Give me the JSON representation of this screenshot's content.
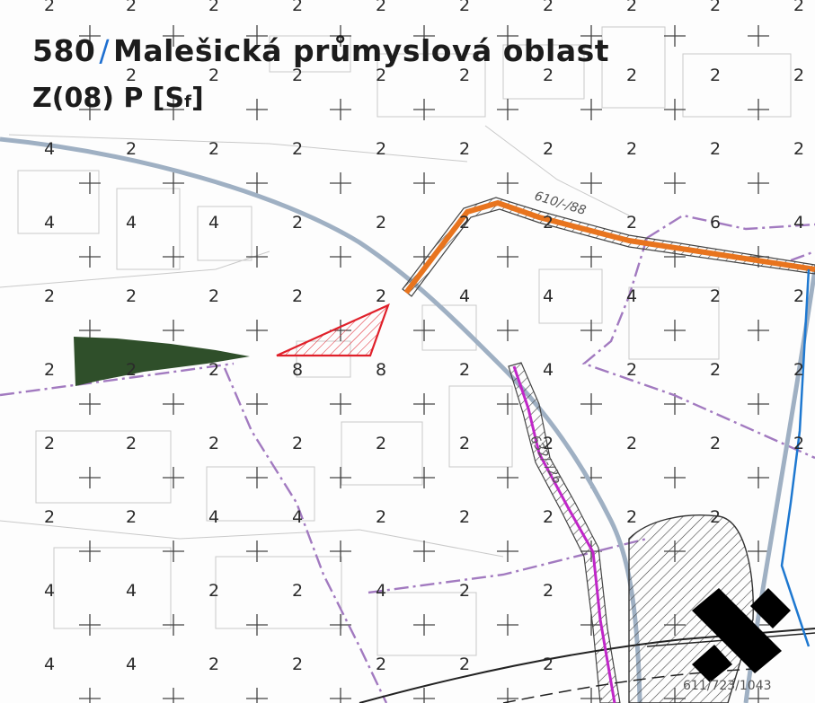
{
  "map": {
    "area_number": "580",
    "separator": "/",
    "area_name": "Malešická průmyslová oblast",
    "code_main": "Z(08) P [S",
    "code_sub": "f",
    "code_close": "]",
    "road_labels": {
      "orange": "610/-/88",
      "magenta": "632/-/26"
    },
    "plot_label": "611/723/1043",
    "colors": {
      "orange_route": "#e8741e",
      "magenta_route": "#c026c8",
      "boundary_dash": "#a27ac0",
      "road_gray": "#9fb0c3",
      "green_area": "#2f4f2a",
      "red_triangle": "#e0202a",
      "blue_line": "#1e78d0",
      "slash_blue": "#1e6fd0"
    }
  }
}
